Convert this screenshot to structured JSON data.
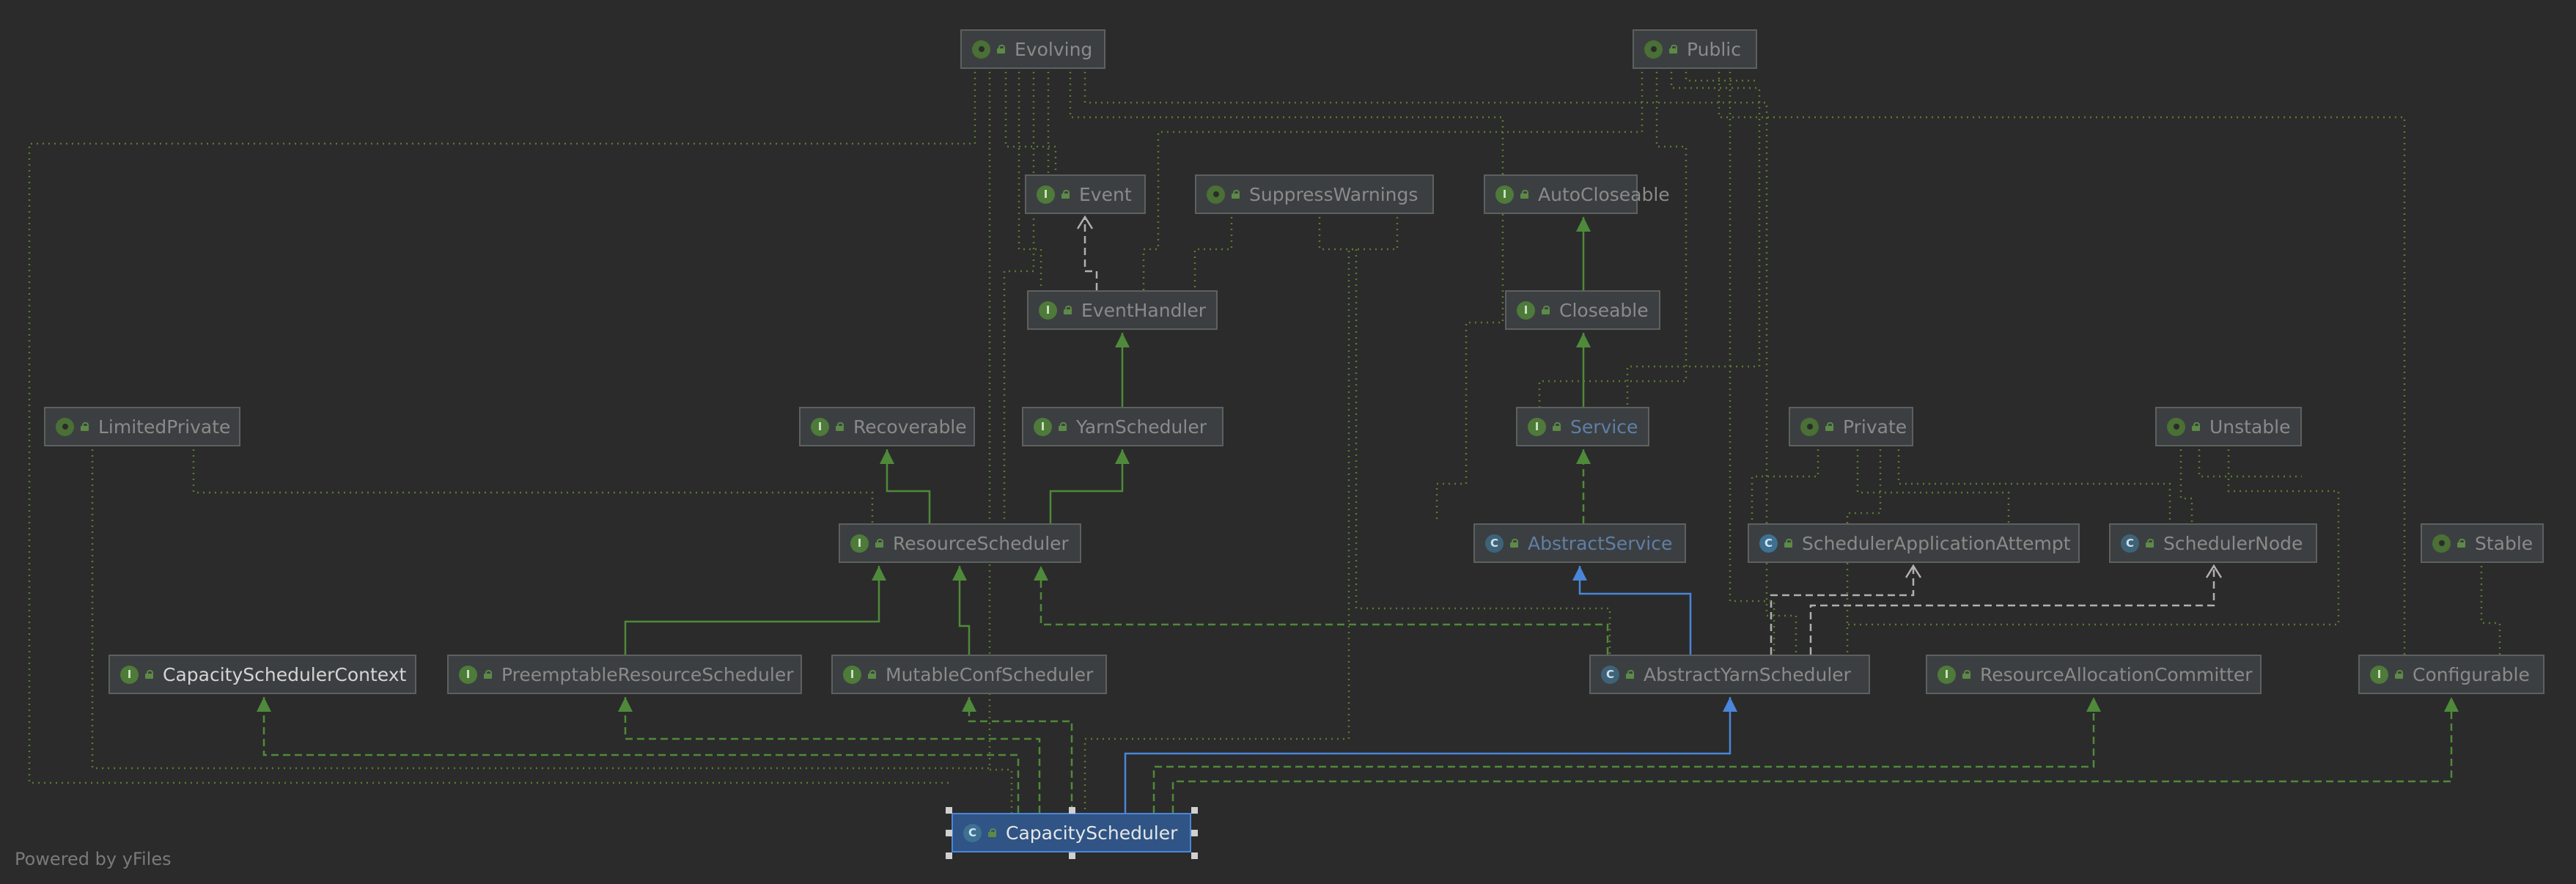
{
  "nodes": [
    {
      "id": "evolving",
      "label": "Evolving",
      "kind": "annotation",
      "style": "dim"
    },
    {
      "id": "public",
      "label": "Public",
      "kind": "annotation",
      "style": "dim"
    },
    {
      "id": "event",
      "label": "Event",
      "kind": "interface",
      "style": "dim"
    },
    {
      "id": "suppresswarnings",
      "label": "SuppressWarnings",
      "kind": "annotation",
      "style": "dim"
    },
    {
      "id": "autocloseable",
      "label": "AutoCloseable",
      "kind": "interface",
      "style": "dim"
    },
    {
      "id": "eventhandler",
      "label": "EventHandler",
      "kind": "interface",
      "style": "dim"
    },
    {
      "id": "closeable",
      "label": "Closeable",
      "kind": "interface",
      "style": "dim"
    },
    {
      "id": "limitedprivate",
      "label": "LimitedPrivate",
      "kind": "annotation",
      "style": "dim"
    },
    {
      "id": "recoverable",
      "label": "Recoverable",
      "kind": "interface",
      "style": "dim"
    },
    {
      "id": "yarnscheduler",
      "label": "YarnScheduler",
      "kind": "interface",
      "style": "dim"
    },
    {
      "id": "service",
      "label": "Service",
      "kind": "interface",
      "style": "link"
    },
    {
      "id": "private",
      "label": "Private",
      "kind": "annotation",
      "style": "dim"
    },
    {
      "id": "unstable",
      "label": "Unstable",
      "kind": "annotation",
      "style": "dim"
    },
    {
      "id": "resourcescheduler",
      "label": "ResourceScheduler",
      "kind": "interface",
      "style": "dim"
    },
    {
      "id": "abstractservice",
      "label": "AbstractService",
      "kind": "abstract",
      "style": "link"
    },
    {
      "id": "schedulerapplicationattempt",
      "label": "SchedulerApplicationAttempt",
      "kind": "cls",
      "style": "dim"
    },
    {
      "id": "schedulernode",
      "label": "SchedulerNode",
      "kind": "abstract",
      "style": "dim"
    },
    {
      "id": "stable",
      "label": "Stable",
      "kind": "annotation",
      "style": "dim"
    },
    {
      "id": "capacityschedulercontext",
      "label": "CapacitySchedulerContext",
      "kind": "interface",
      "style": "bright"
    },
    {
      "id": "preemptableresourcescheduler",
      "label": "PreemptableResourceScheduler",
      "kind": "interface",
      "style": "dim"
    },
    {
      "id": "mutableconfscheduler",
      "label": "MutableConfScheduler",
      "kind": "interface",
      "style": "dim"
    },
    {
      "id": "abstractyarnscheduler",
      "label": "AbstractYarnScheduler",
      "kind": "abstract",
      "style": "dim"
    },
    {
      "id": "resourceallocationcommitter",
      "label": "ResourceAllocationCommitter",
      "kind": "interface",
      "style": "dim"
    },
    {
      "id": "configurable",
      "label": "Configurable",
      "kind": "interface",
      "style": "dim"
    },
    {
      "id": "capacityscheduler",
      "label": "CapacityScheduler",
      "kind": "cls",
      "style": "selected"
    }
  ],
  "icons": {
    "interface": "I",
    "annotation": "@",
    "cls": "C",
    "abstract": "C"
  },
  "edges": [
    {
      "from": "eventhandler",
      "to": "event",
      "type": "dependency"
    },
    {
      "from": "closeable",
      "to": "autocloseable",
      "type": "extends"
    },
    {
      "from": "eventhandler",
      "to": "yarnscheduler",
      "type": "extends"
    },
    {
      "from": "service",
      "to": "closeable",
      "type": "extends"
    },
    {
      "from": "resourcescheduler",
      "to": "recoverable",
      "type": "extends"
    },
    {
      "from": "resourcescheduler",
      "to": "yarnscheduler",
      "type": "extends"
    },
    {
      "from": "abstractservice",
      "to": "service",
      "type": "implements"
    },
    {
      "from": "preemptableresourcescheduler",
      "to": "resourcescheduler",
      "type": "extends"
    },
    {
      "from": "mutableconfscheduler",
      "to": "resourcescheduler",
      "type": "extends"
    },
    {
      "from": "abstractyarnscheduler",
      "to": "resourcescheduler",
      "type": "implements"
    },
    {
      "from": "abstractyarnscheduler",
      "to": "abstractservice",
      "type": "class-extends"
    },
    {
      "from": "abstractyarnscheduler",
      "to": "schedulerapplicationattempt",
      "type": "dependency"
    },
    {
      "from": "abstractyarnscheduler",
      "to": "schedulernode",
      "type": "dependency"
    },
    {
      "from": "capacityscheduler",
      "to": "capacityschedulercontext",
      "type": "implements"
    },
    {
      "from": "capacityscheduler",
      "to": "preemptableresourcescheduler",
      "type": "implements"
    },
    {
      "from": "capacityscheduler",
      "to": "mutableconfscheduler",
      "type": "implements"
    },
    {
      "from": "capacityscheduler",
      "to": "abstractyarnscheduler",
      "type": "class-extends"
    },
    {
      "from": "capacityscheduler",
      "to": "resourceallocationcommitter",
      "type": "implements"
    },
    {
      "from": "capacityscheduler",
      "to": "configurable",
      "type": "implements"
    }
  ],
  "colors": {
    "background": "#2b2b2b",
    "extends": "#4f8a3a",
    "class_extends": "#4a86d9",
    "dependency": "#b0b0b0",
    "annotation_link": "#5b7a2e"
  },
  "footer": "Powered by yFiles"
}
